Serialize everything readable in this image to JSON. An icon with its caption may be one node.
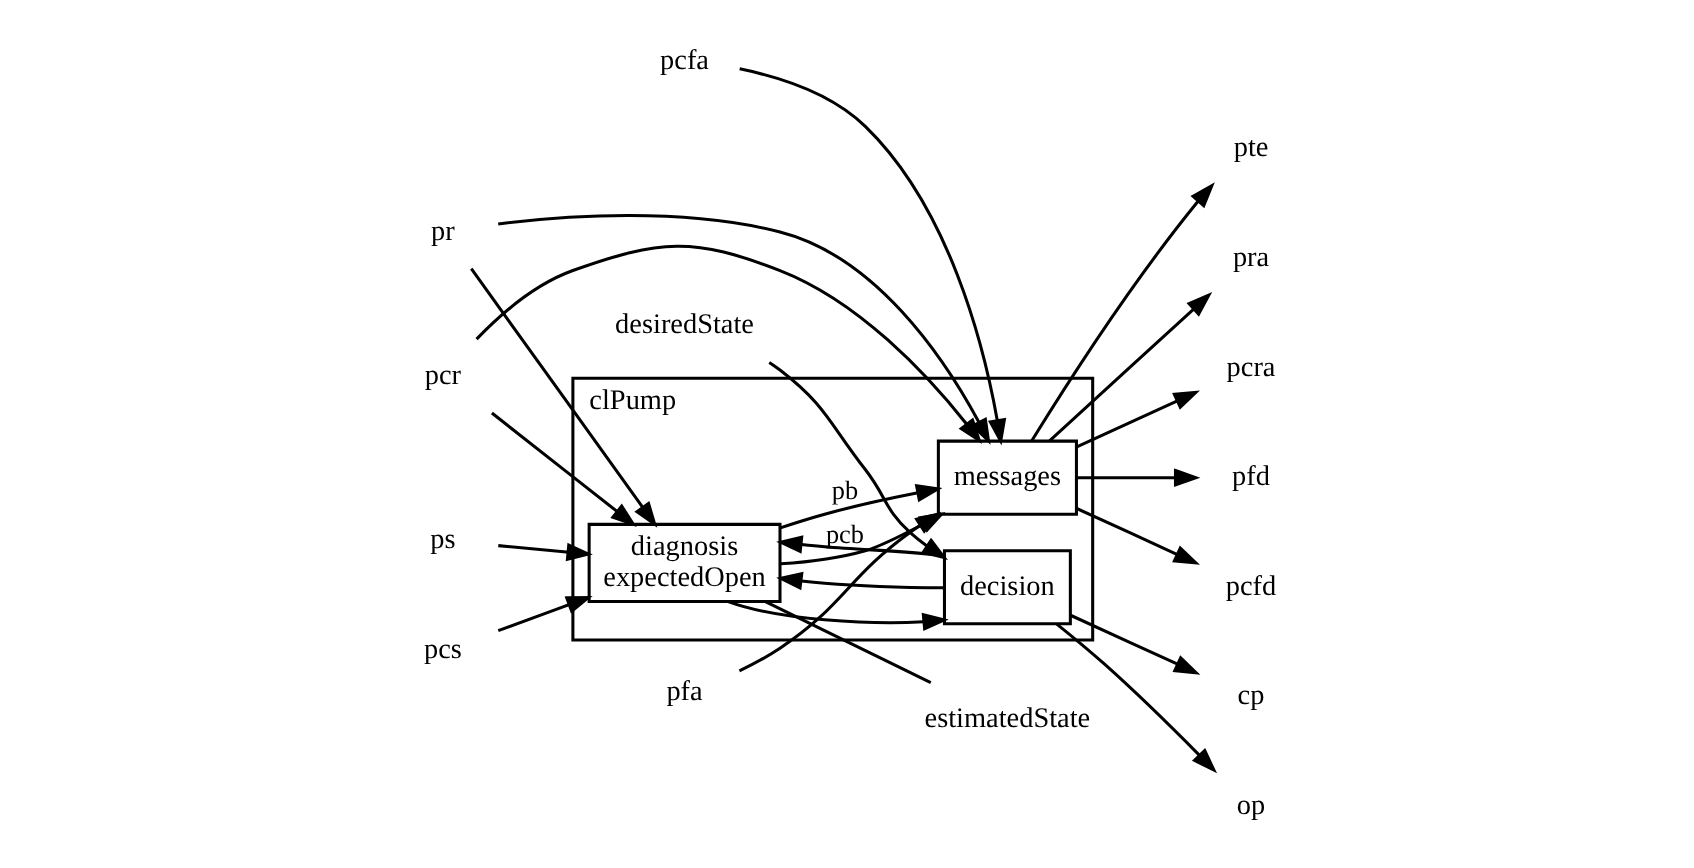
{
  "diagram": {
    "nodes": [
      {
        "text": [
          "clPump"
        ]
      },
      {
        "text": [
          "messages"
        ],
        "in": 0
      },
      {
        "text": [
          "diagnosis",
          "expectedOpen"
        ],
        "in": 0
      },
      {
        "text": [
          "decision"
        ],
        "in": 0
      },
      {
        "text": [
          "pr"
        ]
      },
      {
        "text": [
          "pcr"
        ]
      },
      {
        "text": [
          "pra"
        ]
      },
      {
        "text": [
          "pcra"
        ]
      },
      {
        "text": [
          "pfd"
        ]
      },
      {
        "text": [
          "pcfd"
        ]
      },
      {
        "text": [
          "pfa"
        ]
      },
      {
        "text": [
          "pcfa"
        ]
      },
      {
        "text": [
          "pte"
        ]
      },
      {
        "text": [
          "estimatedState"
        ]
      },
      {
        "text": [
          "desiredState"
        ]
      },
      {
        "text": [
          "ps"
        ]
      },
      {
        "text": [
          "pcs"
        ]
      },
      {
        "text": [
          "op"
        ]
      },
      {
        "text": [
          "cp"
        ]
      }
    ],
    "edges": [
      {
        "from": 4,
        "to": 2,
        "arrow": "to"
      },
      {
        "from": 4,
        "to": 1,
        "arrow": "to"
      },
      {
        "from": 5,
        "to": 2,
        "arrow": "to"
      },
      {
        "from": 5,
        "to": 1,
        "arrow": "to"
      },
      {
        "from": 1,
        "to": 6,
        "arrow": "to"
      },
      {
        "from": 1,
        "to": 7,
        "arrow": "to"
      },
      {
        "from": 1,
        "to": 8,
        "arrow": "to"
      },
      {
        "from": 1,
        "to": 9,
        "arrow": "to"
      },
      {
        "from": 10,
        "to": 1,
        "arrow": "to"
      },
      {
        "from": 11,
        "to": 1,
        "arrow": "to"
      },
      {
        "from": 1,
        "to": 12,
        "arrow": "to"
      },
      {
        "from": 2,
        "to": 1,
        "arrow": "to",
        "label": "pb"
      },
      {
        "from": 2,
        "to": 1,
        "arrow": "to",
        "label": "pcb"
      },
      {
        "from": 15,
        "to": 2,
        "arrow": "to"
      },
      {
        "from": 16,
        "to": 2,
        "arrow": "to"
      },
      {
        "from": 3,
        "to": 2,
        "arrow": "to"
      },
      {
        "from": 3,
        "to": 2,
        "arrow": "to"
      },
      {
        "from": 3,
        "to": 17,
        "arrow": "to"
      },
      {
        "from": 3,
        "to": 18,
        "arrow": "to"
      },
      {
        "from": 2,
        "to": 13,
        "arrow": "none"
      },
      {
        "from": 2,
        "to": 3,
        "arrow": "to"
      },
      {
        "from": 14,
        "to": 3,
        "arrow": "to"
      }
    ]
  }
}
